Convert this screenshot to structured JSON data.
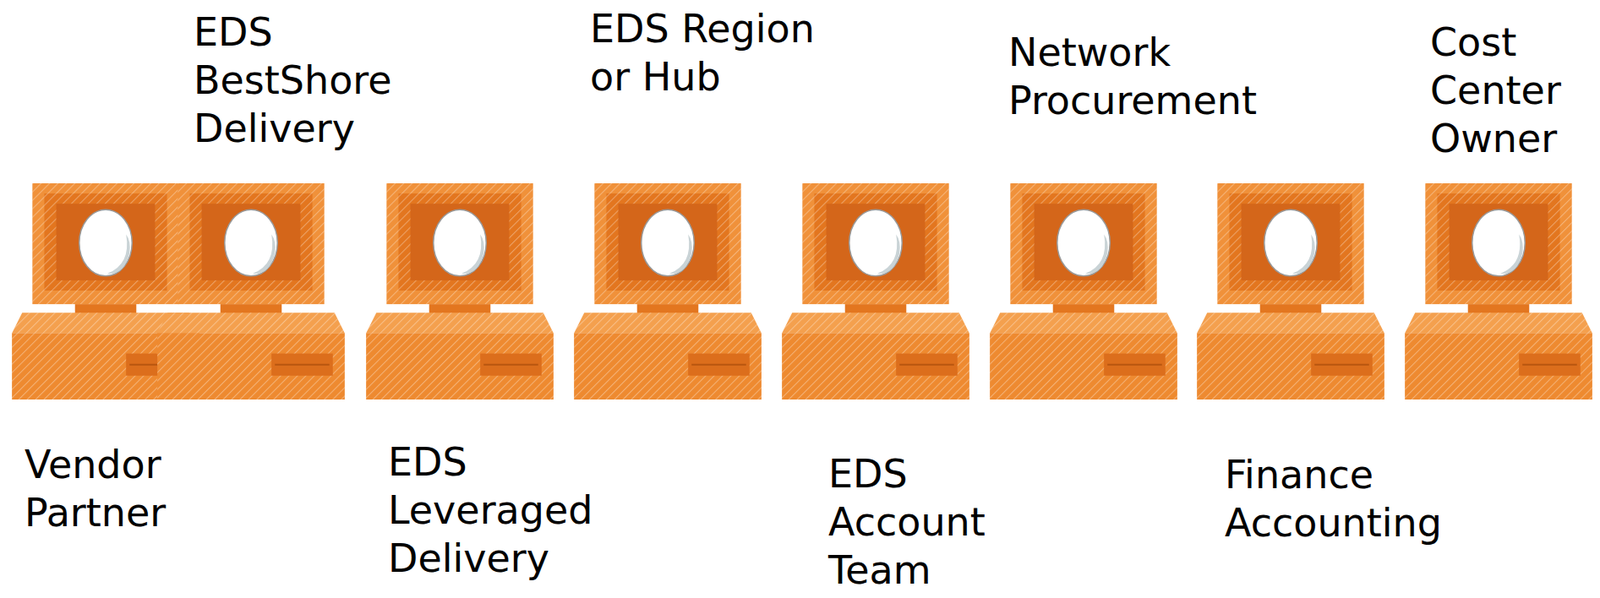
{
  "diagram": {
    "labels": [
      "Vendor Partner",
      "EDS BestShore Delivery",
      "EDS Leveraged Delivery",
      "EDS Region or Hub",
      "EDS Account Team",
      "Network Procurement",
      "Finance Accounting",
      "Cost Center Owner"
    ]
  }
}
